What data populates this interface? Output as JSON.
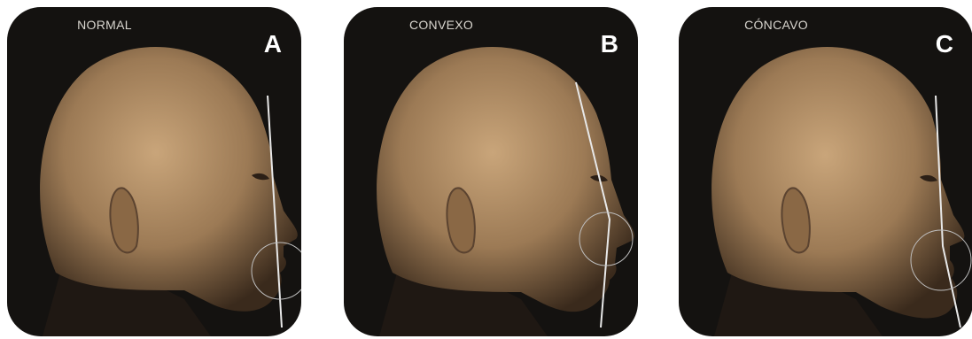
{
  "panels": [
    {
      "title": "NORMAL",
      "letter": "A",
      "profile": "normal"
    },
    {
      "title": "CONVEXO",
      "letter": "B",
      "profile": "convex"
    },
    {
      "title": "CÓNCAVO",
      "letter": "C",
      "profile": "concave"
    }
  ],
  "colors": {
    "background": "#141210",
    "skin_light": "#c9a57a",
    "skin_mid": "#9c7a55",
    "skin_dark": "#4a3624",
    "guide_line": "#e8e8e8",
    "title_text": "#d9d6cf",
    "letter_text": "#ffffff"
  }
}
